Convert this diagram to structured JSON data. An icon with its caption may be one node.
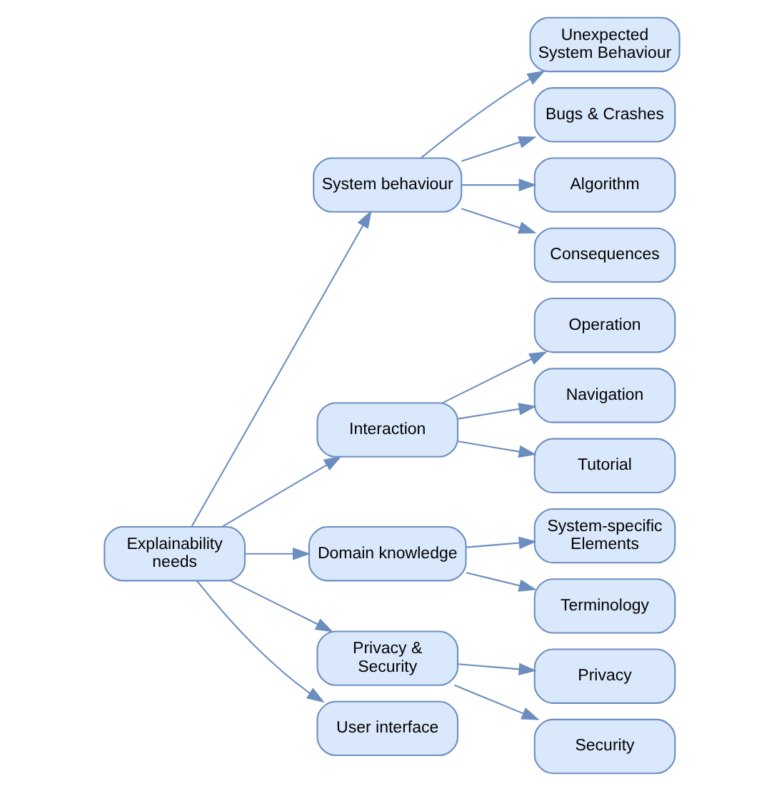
{
  "diagram": {
    "nodes": [
      {
        "text": [
          "Explainability needs"
        ]
      },
      {
        "text": [
          "System behaviour"
        ]
      },
      {
        "text": [
          "Interaction"
        ]
      },
      {
        "text": [
          "Domain knowledge"
        ]
      },
      {
        "text": [
          "Privacy & Security"
        ]
      },
      {
        "text": [
          "User interface"
        ]
      },
      {
        "text": [
          "Unexpected System Behaviour"
        ]
      },
      {
        "text": [
          "Bugs & Crashes"
        ]
      },
      {
        "text": [
          "Algorithm"
        ]
      },
      {
        "text": [
          "Consequences"
        ]
      },
      {
        "text": [
          "Operation"
        ]
      },
      {
        "text": [
          "Navigation"
        ]
      },
      {
        "text": [
          "Tutorial"
        ]
      },
      {
        "text": [
          "System-specific Elements"
        ]
      },
      {
        "text": [
          "Terminology"
        ]
      },
      {
        "text": [
          "Privacy"
        ]
      },
      {
        "text": [
          "Security"
        ]
      }
    ],
    "edges": [
      {
        "from": 0,
        "to": 1,
        "arrow": "to"
      },
      {
        "from": 0,
        "to": 2,
        "arrow": "to"
      },
      {
        "from": 0,
        "to": 3,
        "arrow": "to"
      },
      {
        "from": 0,
        "to": 4,
        "arrow": "to"
      },
      {
        "from": 0,
        "to": 5,
        "arrow": "to"
      },
      {
        "from": 1,
        "to": 6,
        "arrow": "to"
      },
      {
        "from": 1,
        "to": 7,
        "arrow": "to"
      },
      {
        "from": 1,
        "to": 8,
        "arrow": "to"
      },
      {
        "from": 1,
        "to": 9,
        "arrow": "to"
      },
      {
        "from": 2,
        "to": 10,
        "arrow": "to"
      },
      {
        "from": 2,
        "to": 11,
        "arrow": "to"
      },
      {
        "from": 2,
        "to": 12,
        "arrow": "to"
      },
      {
        "from": 3,
        "to": 13,
        "arrow": "to"
      },
      {
        "from": 3,
        "to": 14,
        "arrow": "to"
      },
      {
        "from": 4,
        "to": 15,
        "arrow": "to"
      },
      {
        "from": 4,
        "to": 16,
        "arrow": "to"
      }
    ]
  }
}
